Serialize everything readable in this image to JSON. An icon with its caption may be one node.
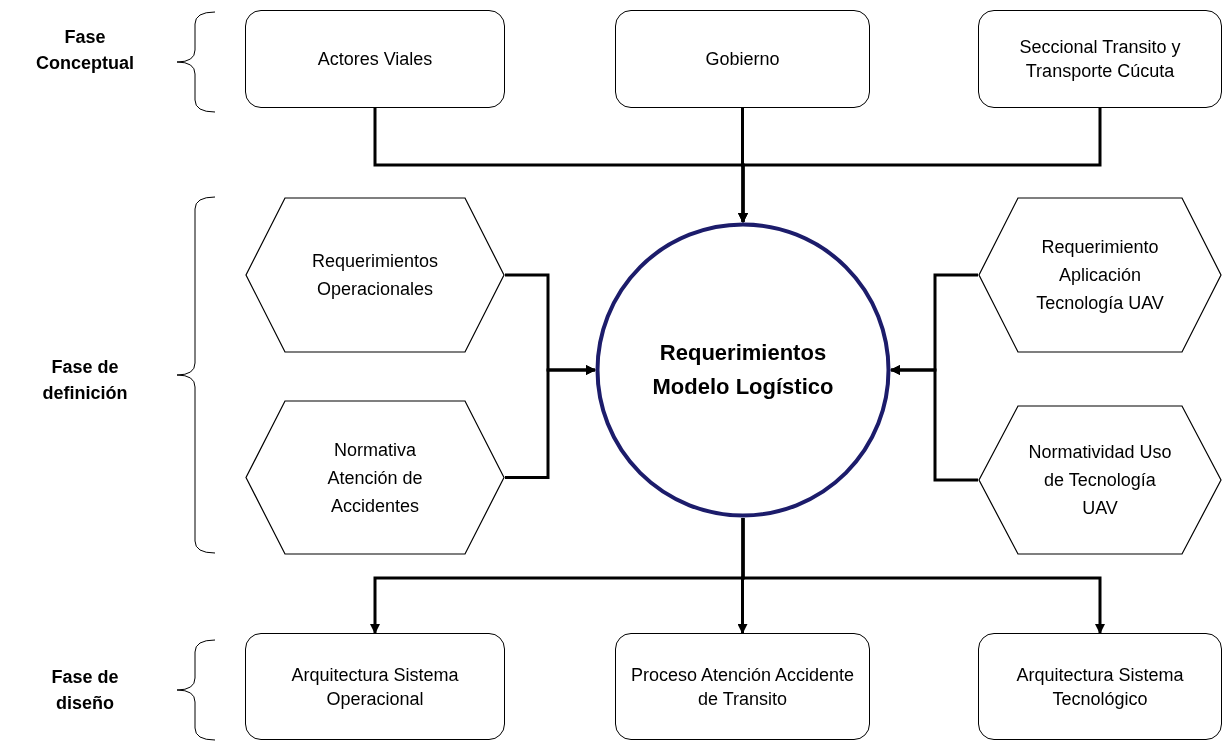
{
  "diagram": {
    "nodes": [
      {
        "text": [
          "Actores Viales"
        ]
      },
      {
        "text": [
          "Gobierno"
        ]
      },
      {
        "text": [
          "Seccional Transito y Transporte Cúcuta"
        ]
      },
      {
        "text": [
          "Requerimientos Operacionales"
        ]
      },
      {
        "text": [
          "Normativa Atención de Accidentes"
        ]
      },
      {
        "text": [
          "Requerimientos Modelo Logístico"
        ]
      },
      {
        "text": [
          "Requerimiento Aplicación Tecnología UAV"
        ]
      },
      {
        "text": [
          "Normatividad Uso de Tecnología UAV"
        ]
      },
      {
        "text": [
          "Arquitectura Sistema Operacional"
        ]
      },
      {
        "text": [
          "Proceso Atención Accidente de Transito"
        ]
      },
      {
        "text": [
          "Arquitectura Sistema Tecnológico"
        ]
      }
    ],
    "edges": [
      {
        "from": 0,
        "to": 5,
        "arrow": "to"
      },
      {
        "from": 1,
        "to": 5,
        "arrow": "to"
      },
      {
        "from": 2,
        "to": 5,
        "arrow": "to"
      },
      {
        "from": 3,
        "to": 5,
        "arrow": "to"
      },
      {
        "from": 4,
        "to": 5,
        "arrow": "to"
      },
      {
        "from": 6,
        "to": 5,
        "arrow": "to"
      },
      {
        "from": 7,
        "to": 5,
        "arrow": "to"
      },
      {
        "from": 5,
        "to": 8,
        "arrow": "to"
      },
      {
        "from": 5,
        "to": 9,
        "arrow": "to"
      },
      {
        "from": 5,
        "to": 10,
        "arrow": "to"
      }
    ],
    "labels": [
      "Fase Conceptual",
      "Fase de definición",
      "Fase de diseño"
    ]
  }
}
